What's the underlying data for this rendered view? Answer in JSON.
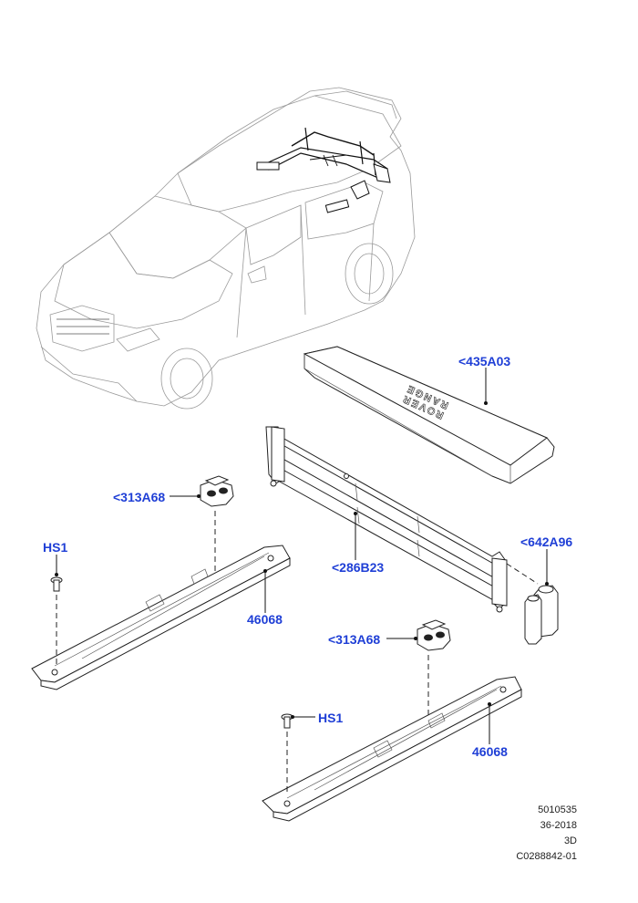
{
  "callouts": {
    "trim_panel": "<435A03",
    "bracket_upper": "<313A68",
    "bracket_lower": "<313A68",
    "hs1_left": "HS1",
    "hs1_right": "HS1",
    "rail_left": "46068",
    "rail_right": "46068",
    "frame": "<286B23",
    "pin": "<642A96"
  },
  "panel_logo": {
    "line1": "RANGE",
    "line2": "ROVER"
  },
  "footer": {
    "ref_number": "5010535",
    "date_code": "36-2018",
    "view": "3D",
    "illustration_id": "C0288842-01"
  },
  "colors": {
    "callout": "#1f3fd6",
    "line_art": "#222222",
    "ghost_art": "#9a9a9a"
  }
}
